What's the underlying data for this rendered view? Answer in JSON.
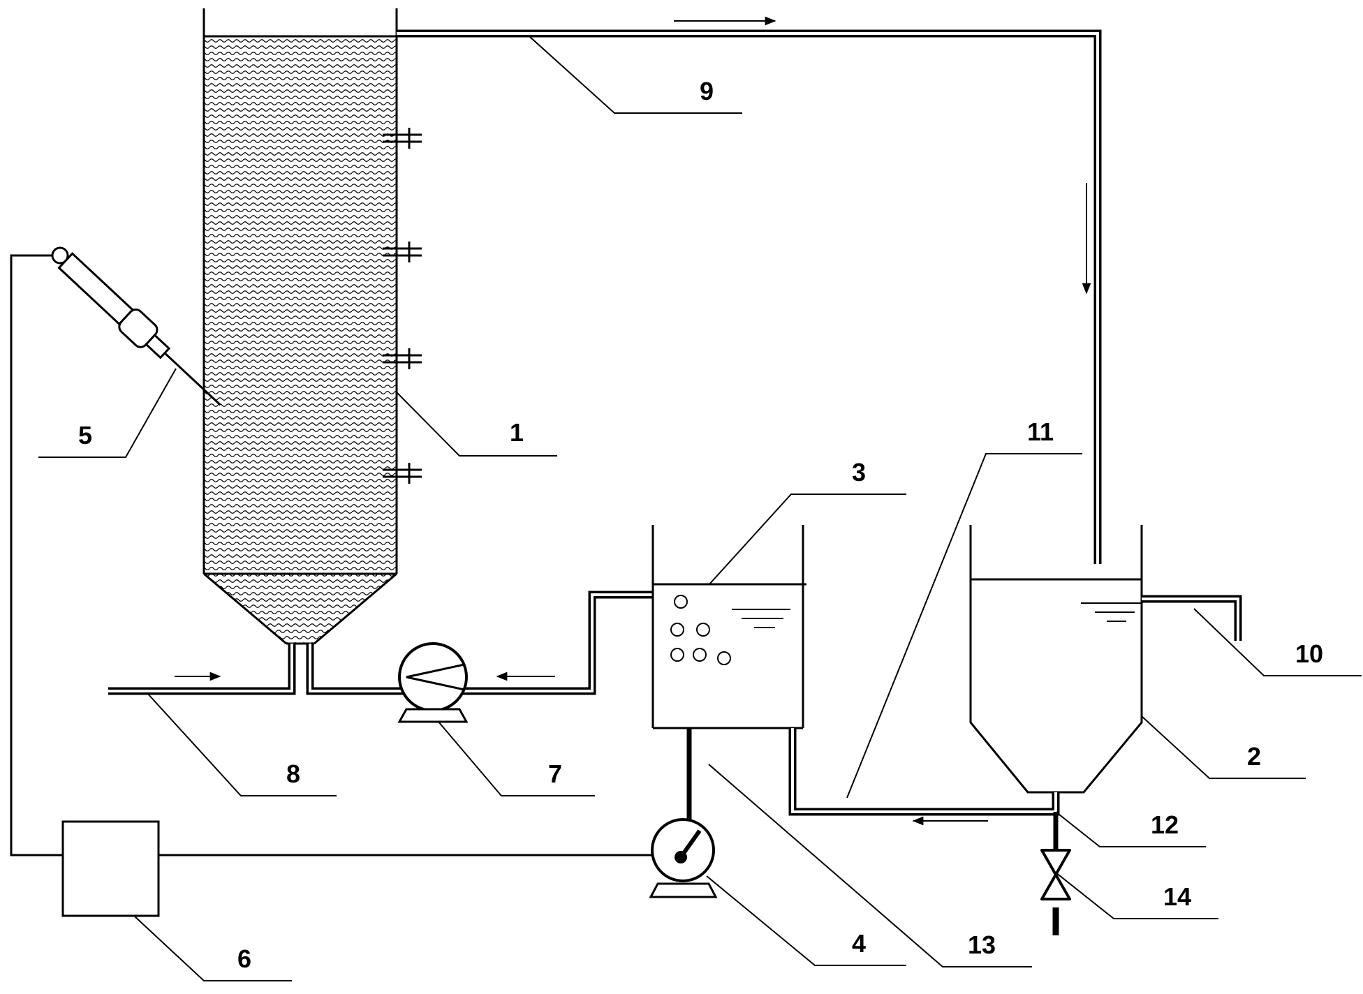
{
  "labels": {
    "n1": "1",
    "n2": "2",
    "n3": "3",
    "n4": "4",
    "n5": "5",
    "n6": "6",
    "n7": "7",
    "n8": "8",
    "n9": "9",
    "n10": "10",
    "n11": "11",
    "n12": "12",
    "n13": "13",
    "n14": "14"
  },
  "colors": {
    "line": "#000000",
    "background": "#ffffff"
  }
}
